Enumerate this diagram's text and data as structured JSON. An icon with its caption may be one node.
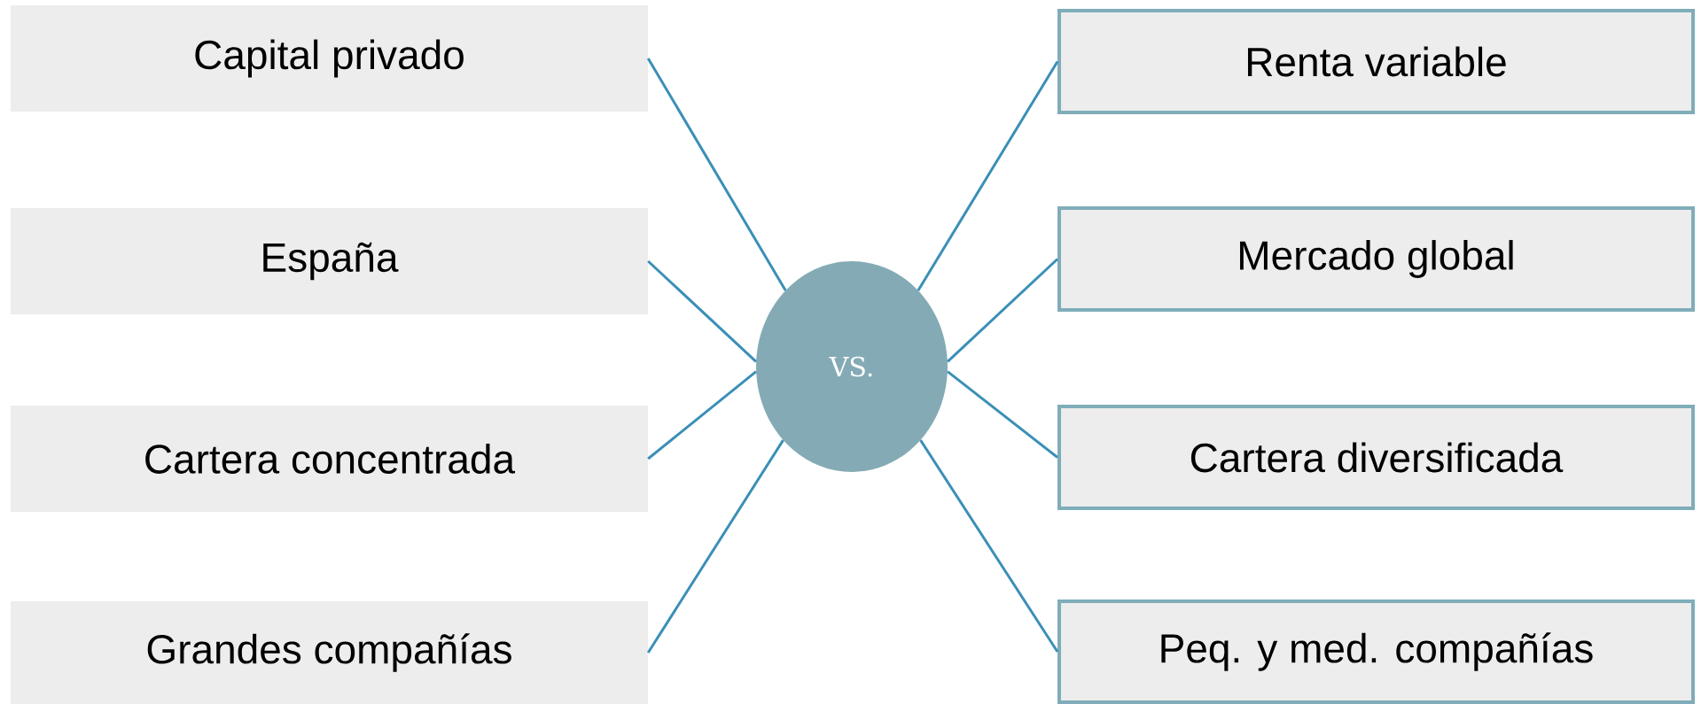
{
  "diagram": {
    "nodes": [
      {
        "text": [
          "Capital privado"
        ]
      },
      {
        "text": [
          "España"
        ]
      },
      {
        "text": [
          "Cartera concentrada"
        ]
      },
      {
        "text": [
          "Grandes compañías"
        ]
      },
      {
        "text": [
          "VS."
        ]
      },
      {
        "text": [
          "Renta variable"
        ]
      },
      {
        "text": [
          "Mercado global"
        ]
      },
      {
        "text": [
          "Cartera diversificada"
        ]
      },
      {
        "text": [
          "Peq. y med. compañías"
        ]
      }
    ],
    "edges": [
      {
        "from": 0,
        "to": 4,
        "arrow": "none"
      },
      {
        "from": 1,
        "to": 4,
        "arrow": "none"
      },
      {
        "from": 2,
        "to": 4,
        "arrow": "none"
      },
      {
        "from": 3,
        "to": 4,
        "arrow": "none"
      },
      {
        "from": 4,
        "to": 5,
        "arrow": "none"
      },
      {
        "from": 4,
        "to": 6,
        "arrow": "none"
      },
      {
        "from": 4,
        "to": 7,
        "arrow": "none"
      },
      {
        "from": 4,
        "to": 8,
        "arrow": "none"
      }
    ]
  }
}
